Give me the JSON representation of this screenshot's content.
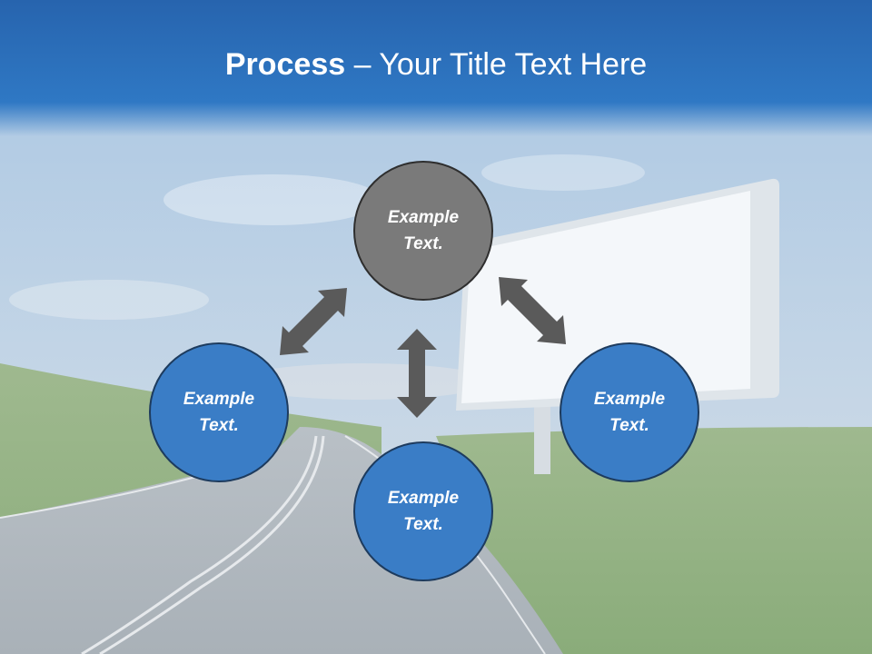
{
  "title": {
    "bold": "Process",
    "separator": " – ",
    "rest": "Your Title Text Here"
  },
  "nodes": {
    "top": "Example\nText.",
    "left": "Example\nText.",
    "right": "Example\nText.",
    "bottom": "Example\nText."
  },
  "colors": {
    "title_bar": "#2a6db8",
    "node_blue": "#3a7dc6",
    "node_grey": "#7a7a7a",
    "arrow": "#5a5a5a"
  }
}
